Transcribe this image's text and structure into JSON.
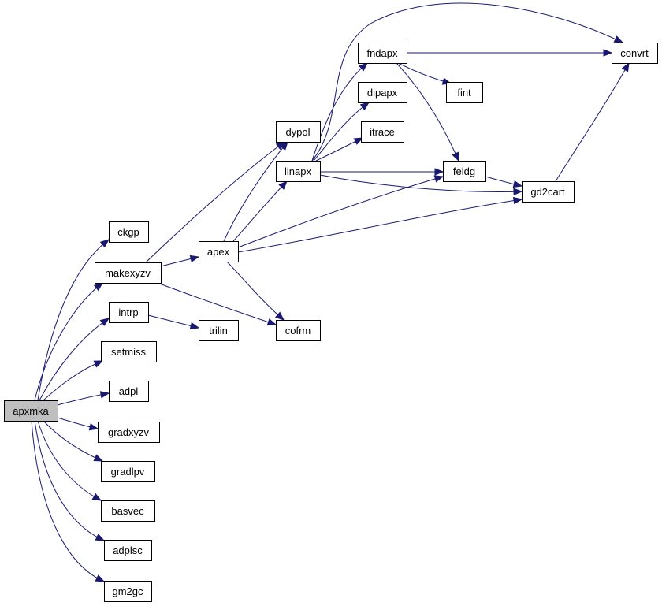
{
  "colors": {
    "edge": "#191970",
    "node_border": "#000000",
    "node_fill": "#ffffff",
    "root_fill": "#bfbfbf"
  },
  "nodes": [
    {
      "id": "apxmka",
      "label": "apxmka",
      "root": true
    },
    {
      "id": "ckgp",
      "label": "ckgp"
    },
    {
      "id": "makexyzv",
      "label": "makexyzv"
    },
    {
      "id": "intrp",
      "label": "intrp"
    },
    {
      "id": "setmiss",
      "label": "setmiss"
    },
    {
      "id": "adpl",
      "label": "adpl"
    },
    {
      "id": "gradxyzv",
      "label": "gradxyzv"
    },
    {
      "id": "gradlpv",
      "label": "gradlpv"
    },
    {
      "id": "basvec",
      "label": "basvec"
    },
    {
      "id": "adplsc",
      "label": "adplsc"
    },
    {
      "id": "gm2gc",
      "label": "gm2gc"
    },
    {
      "id": "apex",
      "label": "apex"
    },
    {
      "id": "dypol",
      "label": "dypol"
    },
    {
      "id": "trilin",
      "label": "trilin"
    },
    {
      "id": "cofrm",
      "label": "cofrm"
    },
    {
      "id": "linapx",
      "label": "linapx"
    },
    {
      "id": "fndapx",
      "label": "fndapx"
    },
    {
      "id": "dipapx",
      "label": "dipapx"
    },
    {
      "id": "itrace",
      "label": "itrace"
    },
    {
      "id": "feldg",
      "label": "feldg"
    },
    {
      "id": "fint",
      "label": "fint"
    },
    {
      "id": "gd2cart",
      "label": "gd2cart"
    },
    {
      "id": "convrt",
      "label": "convrt"
    }
  ],
  "edges": [
    {
      "from": "apxmka",
      "to": "ckgp"
    },
    {
      "from": "apxmka",
      "to": "makexyzv"
    },
    {
      "from": "apxmka",
      "to": "intrp"
    },
    {
      "from": "apxmka",
      "to": "setmiss"
    },
    {
      "from": "apxmka",
      "to": "adpl"
    },
    {
      "from": "apxmka",
      "to": "gradxyzv"
    },
    {
      "from": "apxmka",
      "to": "gradlpv"
    },
    {
      "from": "apxmka",
      "to": "basvec"
    },
    {
      "from": "apxmka",
      "to": "adplsc"
    },
    {
      "from": "apxmka",
      "to": "gm2gc"
    },
    {
      "from": "makexyzv",
      "to": "apex"
    },
    {
      "from": "makexyzv",
      "to": "dypol"
    },
    {
      "from": "makexyzv",
      "to": "cofrm"
    },
    {
      "from": "intrp",
      "to": "trilin"
    },
    {
      "from": "apex",
      "to": "linapx"
    },
    {
      "from": "apex",
      "to": "cofrm"
    },
    {
      "from": "apex",
      "to": "feldg"
    },
    {
      "from": "apex",
      "to": "gd2cart"
    },
    {
      "from": "apex",
      "to": "dypol"
    },
    {
      "from": "linapx",
      "to": "fndapx"
    },
    {
      "from": "linapx",
      "to": "dipapx"
    },
    {
      "from": "linapx",
      "to": "itrace"
    },
    {
      "from": "linapx",
      "to": "feldg"
    },
    {
      "from": "linapx",
      "to": "gd2cart"
    },
    {
      "from": "linapx",
      "to": "convrt"
    },
    {
      "from": "fndapx",
      "to": "convrt"
    },
    {
      "from": "fndapx",
      "to": "fint"
    },
    {
      "from": "fndapx",
      "to": "feldg"
    },
    {
      "from": "feldg",
      "to": "gd2cart"
    },
    {
      "from": "gd2cart",
      "to": "convrt"
    }
  ]
}
